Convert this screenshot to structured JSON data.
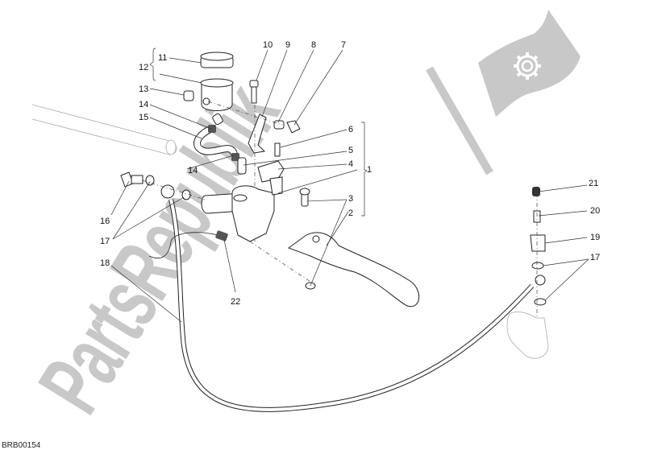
{
  "diagram": {
    "type": "exploded-parts-diagram",
    "subject": "clutch master cylinder assembly",
    "drawing_code": "BRB00154",
    "watermark": {
      "text": "PartsRepublik",
      "icon": "gear-flag-icon",
      "color": "#c8c8c8"
    },
    "callouts": [
      {
        "id": "1",
        "label": "1"
      },
      {
        "id": "2",
        "label": "2"
      },
      {
        "id": "3",
        "label": "3"
      },
      {
        "id": "4",
        "label": "4"
      },
      {
        "id": "5",
        "label": "5"
      },
      {
        "id": "6",
        "label": "6"
      },
      {
        "id": "7",
        "label": "7"
      },
      {
        "id": "8",
        "label": "8"
      },
      {
        "id": "9",
        "label": "9"
      },
      {
        "id": "10",
        "label": "10"
      },
      {
        "id": "11",
        "label": "11"
      },
      {
        "id": "12",
        "label": "12"
      },
      {
        "id": "13",
        "label": "13"
      },
      {
        "id": "14a",
        "label": "14"
      },
      {
        "id": "14b",
        "label": "14"
      },
      {
        "id": "15",
        "label": "15"
      },
      {
        "id": "16",
        "label": "16"
      },
      {
        "id": "17a",
        "label": "17"
      },
      {
        "id": "17b",
        "label": "17"
      },
      {
        "id": "18",
        "label": "18"
      },
      {
        "id": "19",
        "label": "19"
      },
      {
        "id": "20",
        "label": "20"
      },
      {
        "id": "21",
        "label": "21"
      },
      {
        "id": "22",
        "label": "22"
      }
    ],
    "groups": [
      {
        "bracket": "12",
        "members": [
          "11",
          "reservoir"
        ]
      },
      {
        "bracket": "1",
        "members": [
          "2",
          "3",
          "4",
          "5",
          "6"
        ]
      }
    ]
  }
}
